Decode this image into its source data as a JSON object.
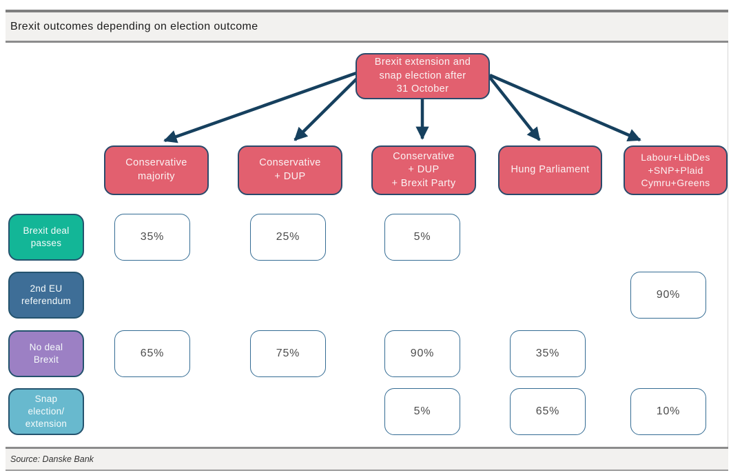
{
  "header": {
    "title": "Brexit outcomes depending on election outcome"
  },
  "footer": {
    "source": "Source: Danske Bank"
  },
  "colors": {
    "scenario_pink": "#e2606f",
    "arrow_navy": "#16405e",
    "node_border_navy": "#2a4a6b",
    "row_brexit_deal_teal": "#13b697",
    "row_2nd_referendum_blue": "#3e6e97",
    "row_no_deal_purple": "#9c80c4",
    "row_snap_election_lightblue": "#68b9ce",
    "cell_border_blue": "#336b93",
    "header_bg": "#f2f1ef"
  },
  "tree": {
    "root": {
      "label": "Brexit extension and\nsnap election after\n31 October"
    },
    "columns": [
      {
        "label": "Conservative\nmajority"
      },
      {
        "label": "Conservative\n+ DUP"
      },
      {
        "label": "Conservative\n+ DUP\n+ Brexit Party"
      },
      {
        "label": "Hung Parliament"
      },
      {
        "label": "Labour+LibDes\n+SNP+Plaid\nCymru+Greens"
      }
    ],
    "rows": [
      {
        "label": "Brexit deal\npasses"
      },
      {
        "label": "2nd EU\nreferendum"
      },
      {
        "label": "No deal\nBrexit"
      },
      {
        "label": "Snap\nelection/\nextension"
      }
    ],
    "cells": [
      {
        "row": "Brexit deal passes",
        "column": "Conservative majority",
        "value": "35%"
      },
      {
        "row": "Brexit deal passes",
        "column": "Conservative + DUP",
        "value": "25%"
      },
      {
        "row": "Brexit deal passes",
        "column": "Conservative + DUP + Brexit Party",
        "value": "5%"
      },
      {
        "row": "2nd EU referendum",
        "column": "Labour+LibDes+SNP+Plaid Cymru+Greens",
        "value": "90%"
      },
      {
        "row": "No deal Brexit",
        "column": "Conservative majority",
        "value": "65%"
      },
      {
        "row": "No deal Brexit",
        "column": "Conservative + DUP",
        "value": "75%"
      },
      {
        "row": "No deal Brexit",
        "column": "Conservative + DUP + Brexit Party",
        "value": "90%"
      },
      {
        "row": "No deal Brexit",
        "column": "Hung Parliament",
        "value": "35%"
      },
      {
        "row": "Snap election/extension",
        "column": "Conservative + DUP + Brexit Party",
        "value": "5%"
      },
      {
        "row": "Snap election/extension",
        "column": "Hung Parliament",
        "value": "65%"
      },
      {
        "row": "Snap election/extension",
        "column": "Labour+LibDes+SNP+Plaid Cymru+Greens",
        "value": "10%"
      }
    ]
  }
}
